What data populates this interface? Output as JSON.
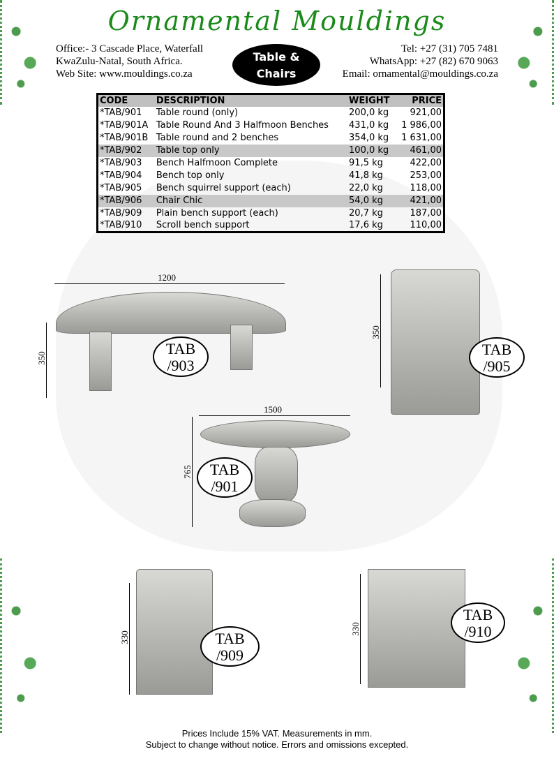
{
  "header": {
    "title": "Ornamental Mouldings",
    "address": [
      "Office:- 3 Cascade Place, Waterfall",
      "KwaZulu-Natal, South Africa.",
      "Web Site: www.mouldings.co.za"
    ],
    "contact": [
      "Tel: +27 (31) 705 7481",
      "WhatsApp: +27 (82) 670 9063",
      "Email: ornamental@mouldings.co.za"
    ],
    "badge": [
      "Table &",
      "Chairs"
    ]
  },
  "table": {
    "headers": [
      "CODE",
      "DESCRIPTION",
      "WEIGHT",
      "PRICE"
    ],
    "rows": [
      [
        "*TAB/901",
        "Table round (only)",
        "200,0 kg",
        "921,00"
      ],
      [
        "*TAB/901A",
        "Table Round And 3 Halfmoon Benches",
        "431,0 kg",
        "1 986,00"
      ],
      [
        "*TAB/901B",
        "Table round and 2 benches",
        "354,0 kg",
        "1 631,00"
      ],
      [
        "*TAB/902",
        "Table top only",
        "100,0 kg",
        "461,00"
      ],
      [
        "*TAB/903",
        "Bench Halfmoon Complete",
        "91,5 kg",
        "422,00"
      ],
      [
        "*TAB/904",
        "Bench top only",
        "41,8 kg",
        "253,00"
      ],
      [
        "*TAB/905",
        "Bench squirrel support (each)",
        "22,0 kg",
        "118,00"
      ],
      [
        "*TAB/906",
        "Chair Chic",
        "54,0 kg",
        "421,00"
      ],
      [
        "*TAB/909",
        "Plain bench support (each)",
        "20,7 kg",
        "187,00"
      ],
      [
        "*TAB/910",
        "Scroll bench support",
        "17,6 kg",
        "110,00"
      ]
    ],
    "highlighted_rows": [
      3,
      7
    ]
  },
  "products": {
    "p903": {
      "label": [
        "TAB",
        "/903"
      ],
      "width": "1200",
      "height": "350"
    },
    "p905": {
      "label": [
        "TAB",
        "/905"
      ],
      "height": "350"
    },
    "p901": {
      "label": [
        "TAB",
        "/901"
      ],
      "width": "1500",
      "height": "765"
    },
    "p909": {
      "label": [
        "TAB",
        "/909"
      ],
      "height": "330"
    },
    "p910": {
      "label": [
        "TAB",
        "/910"
      ],
      "height": "330"
    }
  },
  "footer": [
    "Prices Include 15% VAT.  Measurements in mm.",
    "Subject to change without notice.  Errors and omissions excepted."
  ]
}
